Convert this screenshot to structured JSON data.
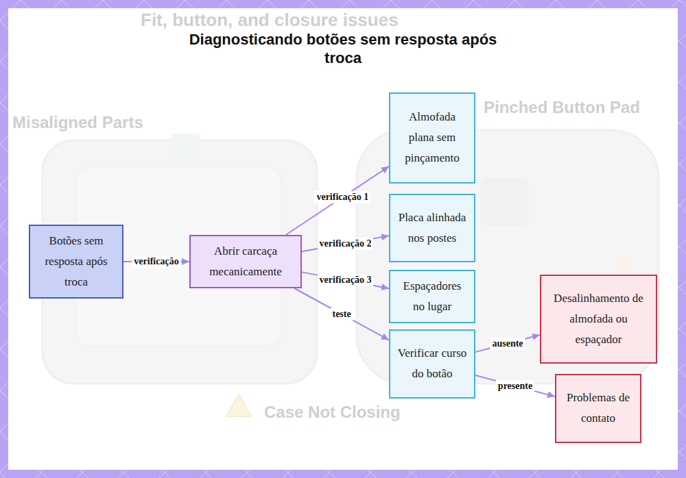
{
  "diagram": {
    "title": "Diagnosticando botões sem resposta após troca",
    "nodes": [
      {
        "text": [
          "Botões sem resposta após troca"
        ]
      },
      {
        "text": [
          "Abrir carcaça mecanicamente"
        ]
      },
      {
        "text": [
          "Almofada plana sem pinçamento"
        ]
      },
      {
        "text": [
          "Placa alinhada nos postes"
        ]
      },
      {
        "text": [
          "Espaçadores no lugar"
        ]
      },
      {
        "text": [
          "Verificar curso do botão"
        ]
      },
      {
        "text": [
          "Desalinhamento de almofada ou espaçador"
        ]
      },
      {
        "text": [
          "Problemas de contato"
        ]
      }
    ],
    "edges": [
      {
        "from": 0,
        "to": 1,
        "label": "verificação",
        "arrow": "to"
      },
      {
        "from": 1,
        "to": 2,
        "label": "verificação 1",
        "arrow": "to"
      },
      {
        "from": 1,
        "to": 3,
        "label": "verificação 2",
        "arrow": "to"
      },
      {
        "from": 1,
        "to": 4,
        "label": "verificação 3",
        "arrow": "to"
      },
      {
        "from": 1,
        "to": 5,
        "label": "teste",
        "arrow": "to"
      },
      {
        "from": 5,
        "to": 6,
        "label": "ausente",
        "arrow": "to"
      },
      {
        "from": 5,
        "to": 7,
        "label": "presente",
        "arrow": "to"
      }
    ],
    "labels": [
      "Fit, button, and closure issues",
      "Misaligned Parts",
      "Pinched Button Pad",
      "Case Not Closing"
    ]
  }
}
